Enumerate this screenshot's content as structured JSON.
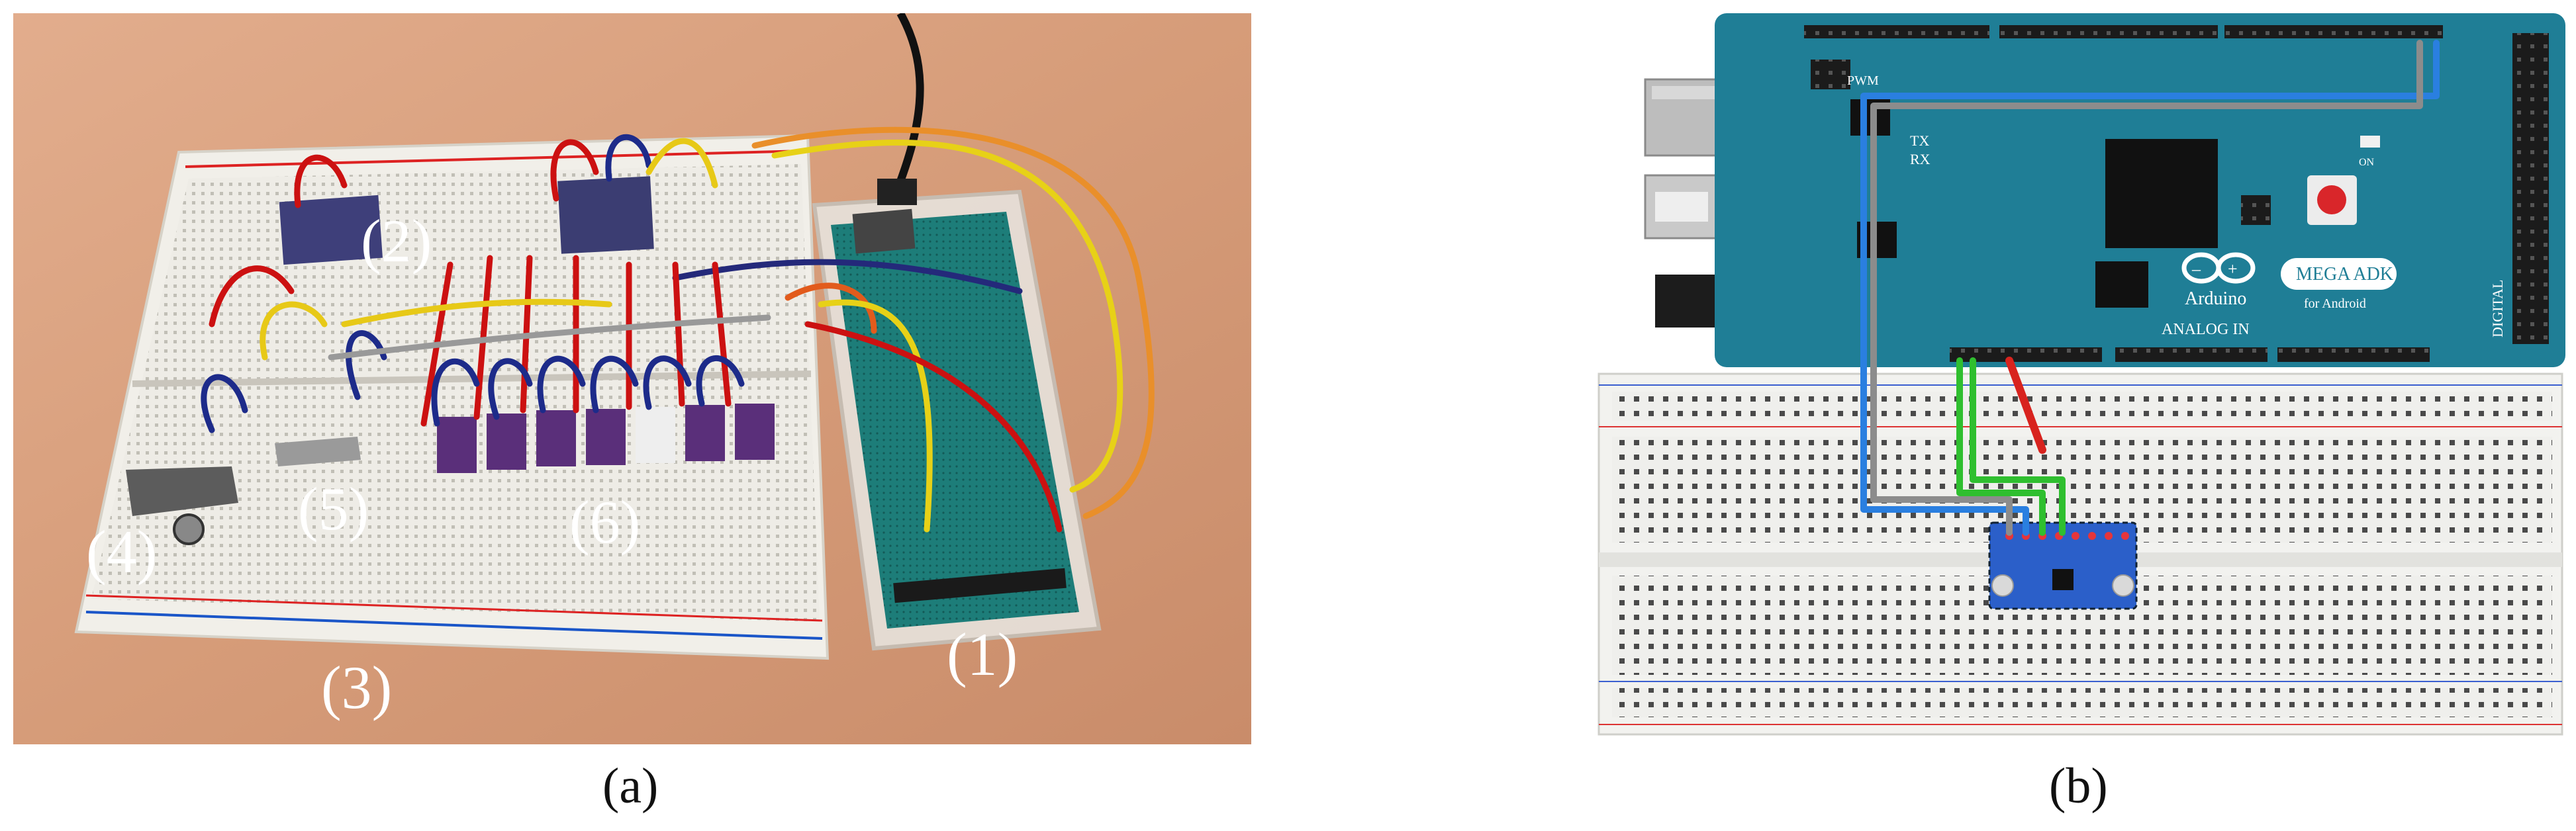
{
  "panel_a": {
    "caption": {
      "open": "(",
      "letter": "a",
      "close": ")"
    },
    "labels": [
      "(1)",
      "(2)",
      "(3)",
      "(4)",
      "(5)",
      "(6)"
    ]
  },
  "panel_b": {
    "caption": {
      "open": "(",
      "letter": "b",
      "close": ")"
    },
    "board": {
      "brand": "Arduino",
      "model": "MEGA ADK",
      "model_sub": "for Android",
      "analog_label": "ANALOG IN",
      "digital_label": "DIGITAL",
      "pwm_label": "PWM",
      "tx_label": "TX",
      "rx_label": "RX",
      "on_label": "ON"
    }
  },
  "colors": {
    "table": "#d9a07e",
    "board_teal": "#1f7e96",
    "breadboard": "#f2f2ef",
    "wire_blue": "#2a7fe0",
    "wire_gray": "#8c8c8c",
    "wire_green": "#2fbf2f",
    "wire_red": "#d8231e",
    "sensor_blue": "#2b5fc9"
  }
}
